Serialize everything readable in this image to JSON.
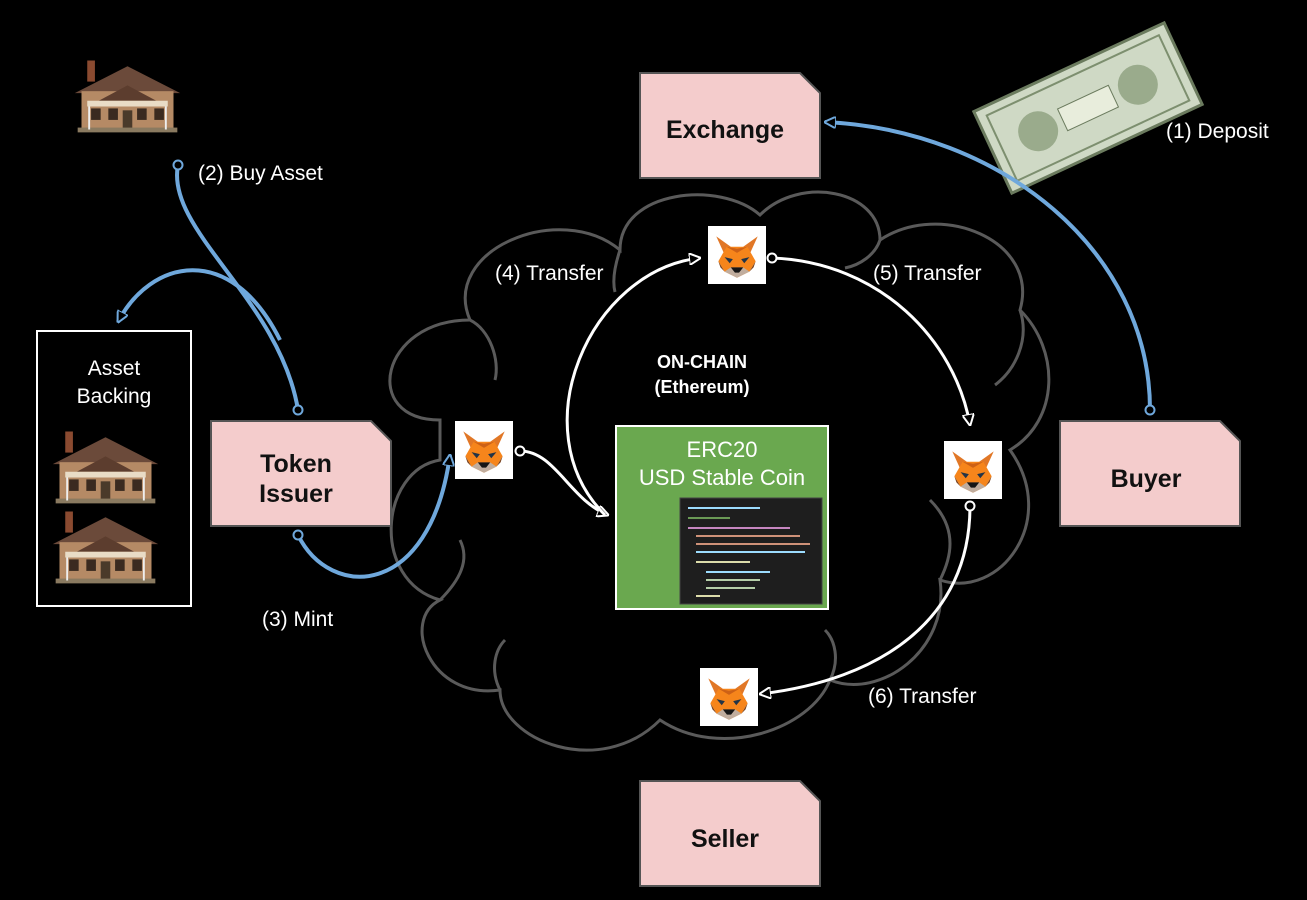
{
  "nodes": {
    "exchange": "Exchange",
    "token_issuer": [
      "Token",
      "Issuer"
    ],
    "buyer": "Buyer",
    "seller": "Seller"
  },
  "asset_backing": [
    "Asset",
    "Backing"
  ],
  "on_chain": [
    "ON-CHAIN",
    "(Ethereum)"
  ],
  "erc20": {
    "line1": "ERC20",
    "line2": "USD Stable Coin"
  },
  "steps": {
    "deposit": "(1) Deposit",
    "buy_asset": "(2) Buy Asset",
    "mint": "(3) Mint",
    "transfer4": "(4) Transfer",
    "transfer5": "(5) Transfer",
    "transfer6": "(6) Transfer"
  },
  "icons": {
    "house": "house-icon",
    "dollar_bill": "dollar-bill-icon",
    "wallet": "metamask-fox-icon",
    "code": "code-snippet-icon"
  },
  "colors": {
    "background": "#000000",
    "doc_fill": "#f4cccc",
    "doc_border": "#555555",
    "erc20_fill": "#6aa84f",
    "blue_arrow": "#6fa8dc",
    "white_arrow": "#ffffff",
    "cloud": "#5a5a5a"
  }
}
